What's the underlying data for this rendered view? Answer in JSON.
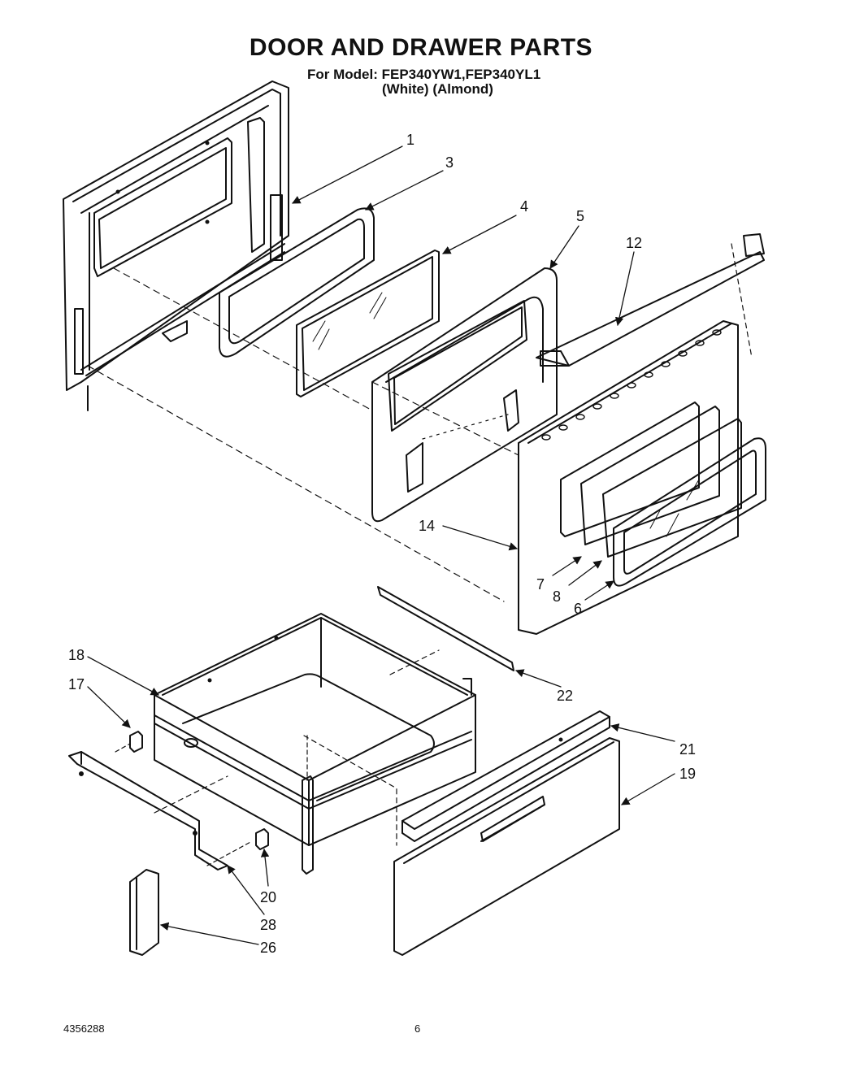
{
  "header": {
    "title": "DOOR AND DRAWER PARTS",
    "model_line": "For Model: FEP340YW1,FEP340YL1",
    "color_line": "(White)  (Almond)"
  },
  "footer": {
    "doc_number": "4356288",
    "page_number": "6"
  },
  "callouts": {
    "c1": "1",
    "c3": "3",
    "c4": "4",
    "c5": "5",
    "c12": "12",
    "c14": "14",
    "c7": "7",
    "c8": "8",
    "c6": "6",
    "c18": "18",
    "c17": "17",
    "c22": "22",
    "c21": "21",
    "c19": "19",
    "c20": "20",
    "c28": "28",
    "c26": "26"
  }
}
